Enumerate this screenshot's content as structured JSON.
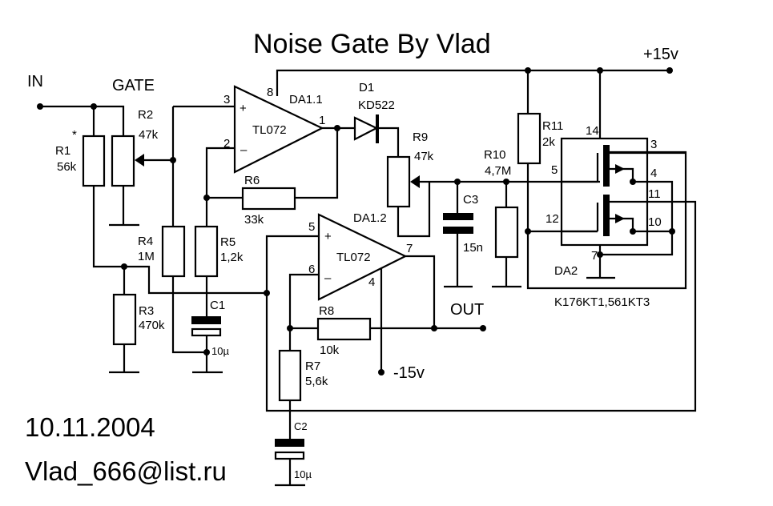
{
  "title": "Noise Gate By Vlad",
  "footer": {
    "date": "10.11.2004",
    "email": "Vlad_666@list.ru"
  },
  "terminals": {
    "in": "IN",
    "gate": "GATE",
    "out": "OUT",
    "vplus": "+15v",
    "vminus": "-15v"
  },
  "components": {
    "R1": {
      "ref": "R1",
      "value": "56k",
      "mark": "*"
    },
    "R2": {
      "ref": "R2",
      "value": "47k"
    },
    "R3": {
      "ref": "R3",
      "value": "470k"
    },
    "R4": {
      "ref": "R4",
      "value": "1M"
    },
    "R5": {
      "ref": "R5",
      "value": "1,2k"
    },
    "R6": {
      "ref": "R6",
      "value": "33k"
    },
    "R7": {
      "ref": "R7",
      "value": "5,6k"
    },
    "R8": {
      "ref": "R8",
      "value": "10k"
    },
    "R9": {
      "ref": "R9",
      "value": "47k"
    },
    "R10": {
      "ref": "R10",
      "value": "4,7M"
    },
    "R11": {
      "ref": "R11",
      "value": "2k"
    },
    "C1": {
      "ref": "C1",
      "value": "10µ"
    },
    "C2": {
      "ref": "C2",
      "value": "10µ"
    },
    "C3": {
      "ref": "C3",
      "value": "15n"
    },
    "D1": {
      "ref": "D1",
      "value": "KD522"
    },
    "DA1_1": {
      "ref": "DA1.1",
      "type": "TL072",
      "pins": {
        "plus": "3",
        "minus": "2",
        "out": "1",
        "vcc": "8"
      }
    },
    "DA1_2": {
      "ref": "DA1.2",
      "type": "TL072",
      "pins": {
        "plus": "5",
        "minus": "6",
        "out": "7",
        "vee": "4"
      }
    },
    "DA2": {
      "ref": "DA2",
      "type": "K176KT1,561KT3",
      "pins": {
        "p14": "14",
        "p3": "3",
        "p5": "5",
        "p4": "4",
        "p11": "11",
        "p12": "12",
        "p10": "10",
        "p7": "7"
      }
    }
  },
  "symbols": {
    "plus": "+",
    "minus": "–"
  }
}
